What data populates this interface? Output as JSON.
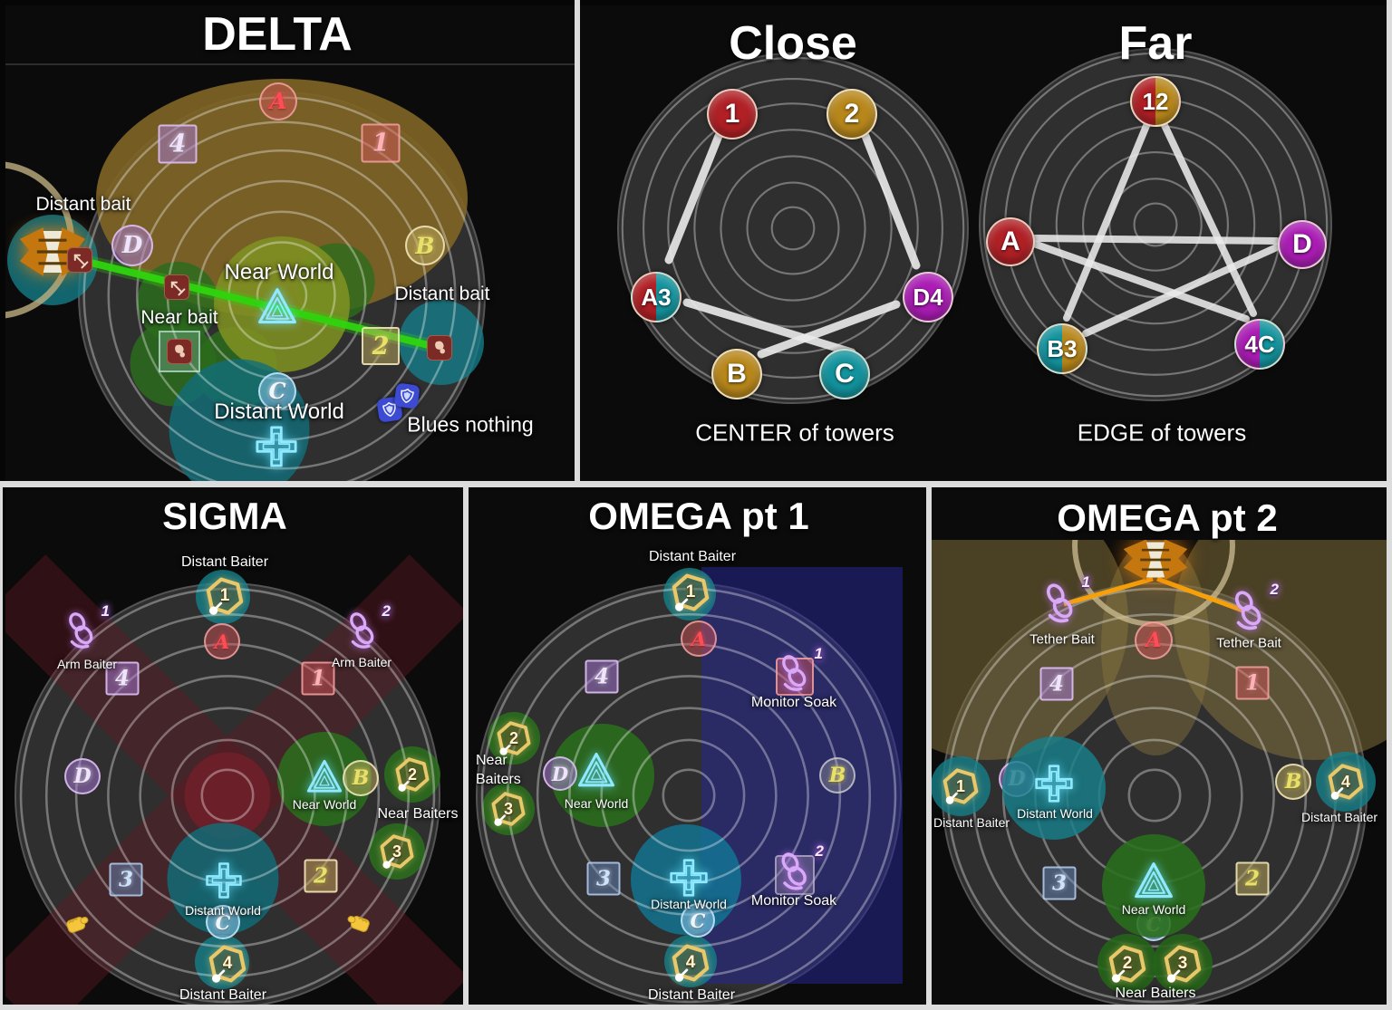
{
  "glyphs": {
    "A": "A",
    "B": "B",
    "C": "C",
    "D": "D",
    "1": "1",
    "2": "2",
    "3": "3",
    "4": "4"
  },
  "colors": {
    "background": "#060606",
    "divider": "#dcdcdc",
    "arena": "#2f2f2f",
    "waymark_red": "#ff4d55",
    "waymark_yellow": "#e9e06a",
    "waymark_blue": "#cfe2fb",
    "waymark_purple": "#f0e3fc",
    "tower_red": "#b02025",
    "tower_gold": "#b8871b",
    "tower_teal": "#13939d",
    "tower_magenta": "#aa1cb4",
    "tether_green": "#2fd40e",
    "tether_orange": "#f7a009",
    "neon_cyan": "#8fe9ff",
    "hex_gold": "#e9c86a",
    "sprite_purple": "#d9a9f7",
    "aoe_tan": "#7d6326",
    "aoe_green": "#2c6b1d",
    "aoe_olive": "#7f9122",
    "aoe_teal": "#157f8a",
    "blue_overlay": "#23238f",
    "red_cross": "#621822"
  },
  "delta": {
    "title": "DELTA",
    "labels": {
      "distant_bait_left": "Distant bait",
      "near_world": "Near World",
      "near_bait": "Near bait",
      "distant_bait_right": "Distant bait",
      "distant_world": "Distant World",
      "blues_nothing": "Blues nothing"
    }
  },
  "close": {
    "title": "Close",
    "caption": "CENTER of towers",
    "nodes": {
      "n1": "1",
      "n2": "2",
      "a3": "A3",
      "d4": "D4",
      "b": "B",
      "c": "C"
    }
  },
  "far": {
    "title": "Far",
    "caption": "EDGE of towers",
    "nodes": {
      "n12": "12",
      "a": "A",
      "d": "D",
      "b3": "B3",
      "c4": "4C"
    }
  },
  "sigma": {
    "title": "SIGMA",
    "labels": {
      "distant_baiter_top": "Distant Baiter",
      "arm_baiter_left": "Arm Baiter",
      "arm_baiter_right": "Arm Baiter",
      "near_world": "Near World",
      "near_baiters": "Near Baiters",
      "distant_world": "Distant World",
      "distant_baiter_bottom": "Distant Baiter"
    }
  },
  "omega1": {
    "title": "OMEGA pt 1",
    "labels": {
      "distant_baiter_top": "Distant Baiter",
      "monitor_soak_1": "Monitor Soak",
      "near_baiters": "Near Baiters",
      "near_world": "Near World",
      "distant_world": "Distant World",
      "monitor_soak_2": "Monitor Soak",
      "distant_baiter_bottom": "Distant Baiter"
    }
  },
  "omega2": {
    "title": "OMEGA pt 2",
    "labels": {
      "tether_bait_left": "Tether Bait",
      "tether_bait_right": "Tether Bait",
      "distant_baiter_left": "Distant Baiter",
      "distant_world": "Distant World",
      "distant_baiter_right": "Distant Baiter",
      "near_world": "Near World",
      "near_baiters": "Near Baiters"
    }
  }
}
